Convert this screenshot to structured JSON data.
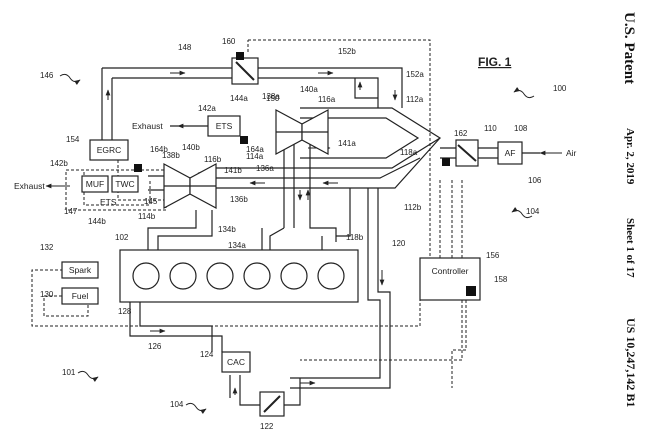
{
  "side_header": {
    "patent": "U.S. Patent",
    "date": "Apr. 2, 2019",
    "sheet": "Sheet 1 of 17",
    "number": "US 10,247,142 B1"
  },
  "figure_title": "FIG. 1",
  "blocks": {
    "egrc": "EGRC",
    "ets_top": "ETS",
    "ets_bottom": "ETS",
    "muf": "MUF",
    "twc": "TWC",
    "af": "AF",
    "spark": "Spark",
    "fuel": "Fuel",
    "controller": "Controller",
    "cac": "CAC"
  },
  "flow_labels": {
    "exhaust_top": "Exhaust",
    "exhaust_left": "Exhaust",
    "air": "Air"
  },
  "refs": {
    "r100": "100",
    "r101": "101",
    "r102": "102",
    "r104a": "104",
    "r104b": "104",
    "r106": "106",
    "r108": "108",
    "r110": "110",
    "r112a": "112a",
    "r112b": "112b",
    "r114a": "114a",
    "r114b": "114b",
    "r116a": "116a",
    "r116b": "116b",
    "r118a": "118a",
    "r118b": "118b",
    "r120": "120",
    "r122": "122",
    "r124": "124",
    "r126": "126",
    "r128": "128",
    "r130": "130",
    "r132": "132",
    "r134a": "134a",
    "r134b": "134b",
    "r136a": "136a",
    "r136b": "136b",
    "r138a": "138a",
    "r138b": "138b",
    "r140a": "140a",
    "r140b": "140b",
    "r141a": "141a",
    "r141b": "141b",
    "r142a": "142a",
    "r142b": "142b",
    "r144a": "144a",
    "r144b": "144b",
    "r145": "145",
    "r146": "146",
    "r147": "147",
    "r148": "148",
    "r150": "150",
    "r152a": "152a",
    "r152b": "152b",
    "r154": "154",
    "r156": "156",
    "r158": "158",
    "r160": "160",
    "r162": "162",
    "r164a": "164a",
    "r164b": "164b"
  },
  "cylinder_count": 6
}
